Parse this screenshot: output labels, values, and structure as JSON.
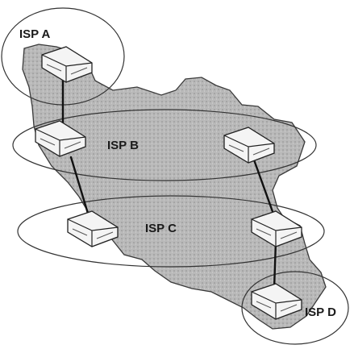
{
  "diagram": {
    "nodes": [
      {
        "id": "isp-a",
        "label": "ISP A"
      },
      {
        "id": "isp-b",
        "label": "ISP B"
      },
      {
        "id": "isp-c",
        "label": "ISP C"
      },
      {
        "id": "isp-d",
        "label": "ISP D"
      }
    ],
    "colors": {
      "map_fill": "#b9b9b9",
      "map_stroke": "#3a3a3a",
      "outline": "#333333",
      "link": "#111111",
      "router_fill": "#f4f4f4",
      "router_stroke": "#222222"
    }
  }
}
